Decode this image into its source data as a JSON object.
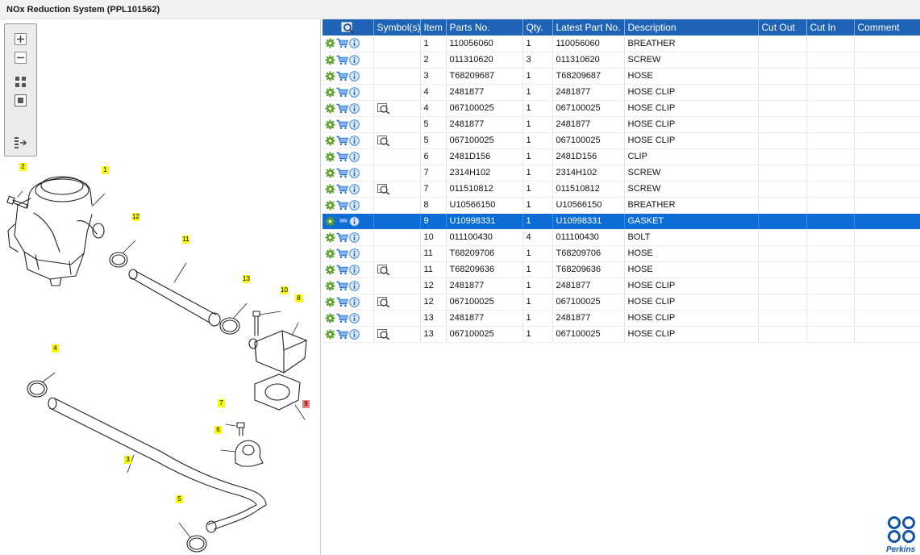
{
  "window": {
    "title": "NOx Reduction System (PPL101562)"
  },
  "toolbox": {
    "tools": [
      {
        "icon": "zoom-in-icon"
      },
      {
        "icon": "zoom-out-icon"
      },
      {
        "icon": "fit-all-icon"
      },
      {
        "icon": "fit-page-icon"
      },
      {
        "icon": "toggle-panel-icon"
      }
    ]
  },
  "diagram": {
    "callouts": [
      {
        "label": "2",
        "highlight": false
      },
      {
        "label": "1",
        "highlight": false
      },
      {
        "label": "12",
        "highlight": false
      },
      {
        "label": "11",
        "highlight": false
      },
      {
        "label": "10",
        "highlight": false
      },
      {
        "label": "13",
        "highlight": false
      },
      {
        "label": "8",
        "highlight": false
      },
      {
        "label": "4",
        "highlight": false
      },
      {
        "label": "9",
        "highlight": true
      },
      {
        "label": "7",
        "highlight": false
      },
      {
        "label": "6",
        "highlight": false
      },
      {
        "label": "3",
        "highlight": false
      },
      {
        "label": "5",
        "highlight": false
      }
    ]
  },
  "table": {
    "columns": [
      "",
      "Symbol(s)",
      "Item",
      "Parts No.",
      "Qty.",
      "Latest Part No.",
      "Description",
      "Cut Out",
      "Cut In",
      "Comment"
    ],
    "rows": [
      {
        "symbol": false,
        "item": "1",
        "part_no": "110056060",
        "qty": "1",
        "latest_part_no": "110056060",
        "description": "BREATHER",
        "cut_out": "",
        "cut_in": "",
        "comment": ""
      },
      {
        "symbol": false,
        "item": "2",
        "part_no": "011310620",
        "qty": "3",
        "latest_part_no": "011310620",
        "description": "SCREW",
        "cut_out": "",
        "cut_in": "",
        "comment": ""
      },
      {
        "symbol": false,
        "item": "3",
        "part_no": "T68209687",
        "qty": "1",
        "latest_part_no": "T68209687",
        "description": "HOSE",
        "cut_out": "",
        "cut_in": "",
        "comment": ""
      },
      {
        "symbol": false,
        "item": "4",
        "part_no": "2481877",
        "qty": "1",
        "latest_part_no": "2481877",
        "description": "HOSE CLIP",
        "cut_out": "",
        "cut_in": "",
        "comment": ""
      },
      {
        "symbol": true,
        "item": "4",
        "part_no": "067100025",
        "qty": "1",
        "latest_part_no": "067100025",
        "description": "HOSE CLIP",
        "cut_out": "",
        "cut_in": "",
        "comment": ""
      },
      {
        "symbol": false,
        "item": "5",
        "part_no": "2481877",
        "qty": "1",
        "latest_part_no": "2481877",
        "description": "HOSE CLIP",
        "cut_out": "",
        "cut_in": "",
        "comment": ""
      },
      {
        "symbol": true,
        "item": "5",
        "part_no": "067100025",
        "qty": "1",
        "latest_part_no": "067100025",
        "description": "HOSE CLIP",
        "cut_out": "",
        "cut_in": "",
        "comment": ""
      },
      {
        "symbol": false,
        "item": "6",
        "part_no": "2481D156",
        "qty": "1",
        "latest_part_no": "2481D156",
        "description": "CLIP",
        "cut_out": "",
        "cut_in": "",
        "comment": ""
      },
      {
        "symbol": false,
        "item": "7",
        "part_no": "2314H102",
        "qty": "1",
        "latest_part_no": "2314H102",
        "description": "SCREW",
        "cut_out": "",
        "cut_in": "",
        "comment": ""
      },
      {
        "symbol": true,
        "item": "7",
        "part_no": "011510812",
        "qty": "1",
        "latest_part_no": "011510812",
        "description": "SCREW",
        "cut_out": "",
        "cut_in": "",
        "comment": ""
      },
      {
        "symbol": false,
        "item": "8",
        "part_no": "U10566150",
        "qty": "1",
        "latest_part_no": "U10566150",
        "description": "BREATHER",
        "cut_out": "",
        "cut_in": "",
        "comment": ""
      },
      {
        "symbol": false,
        "item": "9",
        "part_no": "U10998331",
        "qty": "1",
        "latest_part_no": "U10998331",
        "description": "GASKET",
        "cut_out": "",
        "cut_in": "",
        "comment": "",
        "selected": true
      },
      {
        "symbol": false,
        "item": "10",
        "part_no": "011100430",
        "qty": "4",
        "latest_part_no": "011100430",
        "description": "BOLT",
        "cut_out": "",
        "cut_in": "",
        "comment": ""
      },
      {
        "symbol": false,
        "item": "11",
        "part_no": "T68209706",
        "qty": "1",
        "latest_part_no": "T68209706",
        "description": "HOSE",
        "cut_out": "",
        "cut_in": "",
        "comment": ""
      },
      {
        "symbol": true,
        "item": "11",
        "part_no": "T68209636",
        "qty": "1",
        "latest_part_no": "T68209636",
        "description": "HOSE",
        "cut_out": "",
        "cut_in": "",
        "comment": ""
      },
      {
        "symbol": false,
        "item": "12",
        "part_no": "2481877",
        "qty": "1",
        "latest_part_no": "2481877",
        "description": "HOSE CLIP",
        "cut_out": "",
        "cut_in": "",
        "comment": ""
      },
      {
        "symbol": true,
        "item": "12",
        "part_no": "067100025",
        "qty": "1",
        "latest_part_no": "067100025",
        "description": "HOSE CLIP",
        "cut_out": "",
        "cut_in": "",
        "comment": ""
      },
      {
        "symbol": false,
        "item": "13",
        "part_no": "2481877",
        "qty": "1",
        "latest_part_no": "2481877",
        "description": "HOSE CLIP",
        "cut_out": "",
        "cut_in": "",
        "comment": ""
      },
      {
        "symbol": true,
        "item": "13",
        "part_no": "067100025",
        "qty": "1",
        "latest_part_no": "067100025",
        "description": "HOSE CLIP",
        "cut_out": "",
        "cut_in": "",
        "comment": ""
      }
    ]
  },
  "brand": {
    "logo_text": "Perkins"
  },
  "colors": {
    "header_blue": "#1e63b5",
    "selected_blue": "#0d6dd6",
    "callout_yellow": "#fafa00",
    "callout_red": "#f37a7a",
    "brand_blue": "#1254a6"
  }
}
